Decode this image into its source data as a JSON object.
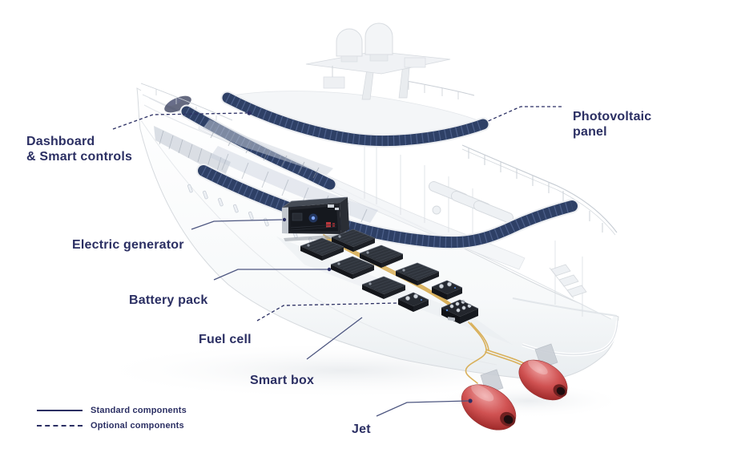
{
  "colors": {
    "navy": "#2b2f63",
    "callout_solid": "#4d5680",
    "solar_blue": "#2e4066",
    "cable_yellow": "#d9b05a",
    "jet_red": "#c23b3b",
    "hull_outline": "#d6dade",
    "background": "#ffffff"
  },
  "diagram": {
    "labels": {
      "dashboard": {
        "text": "Dashboard\n& Smart controls"
      },
      "photovoltaic": {
        "text": "Photovoltaic\npanel"
      },
      "generator": {
        "text": "Electric generator"
      },
      "battery": {
        "text": "Battery pack"
      },
      "fuel_cell": {
        "text": "Fuel cell"
      },
      "smart_box": {
        "text": "Smart box"
      },
      "jet": {
        "text": "Jet"
      }
    },
    "legend": {
      "items": [
        {
          "style": "solid",
          "label": "Standard components"
        },
        {
          "style": "dashed",
          "label": "Optional components"
        }
      ]
    }
  }
}
